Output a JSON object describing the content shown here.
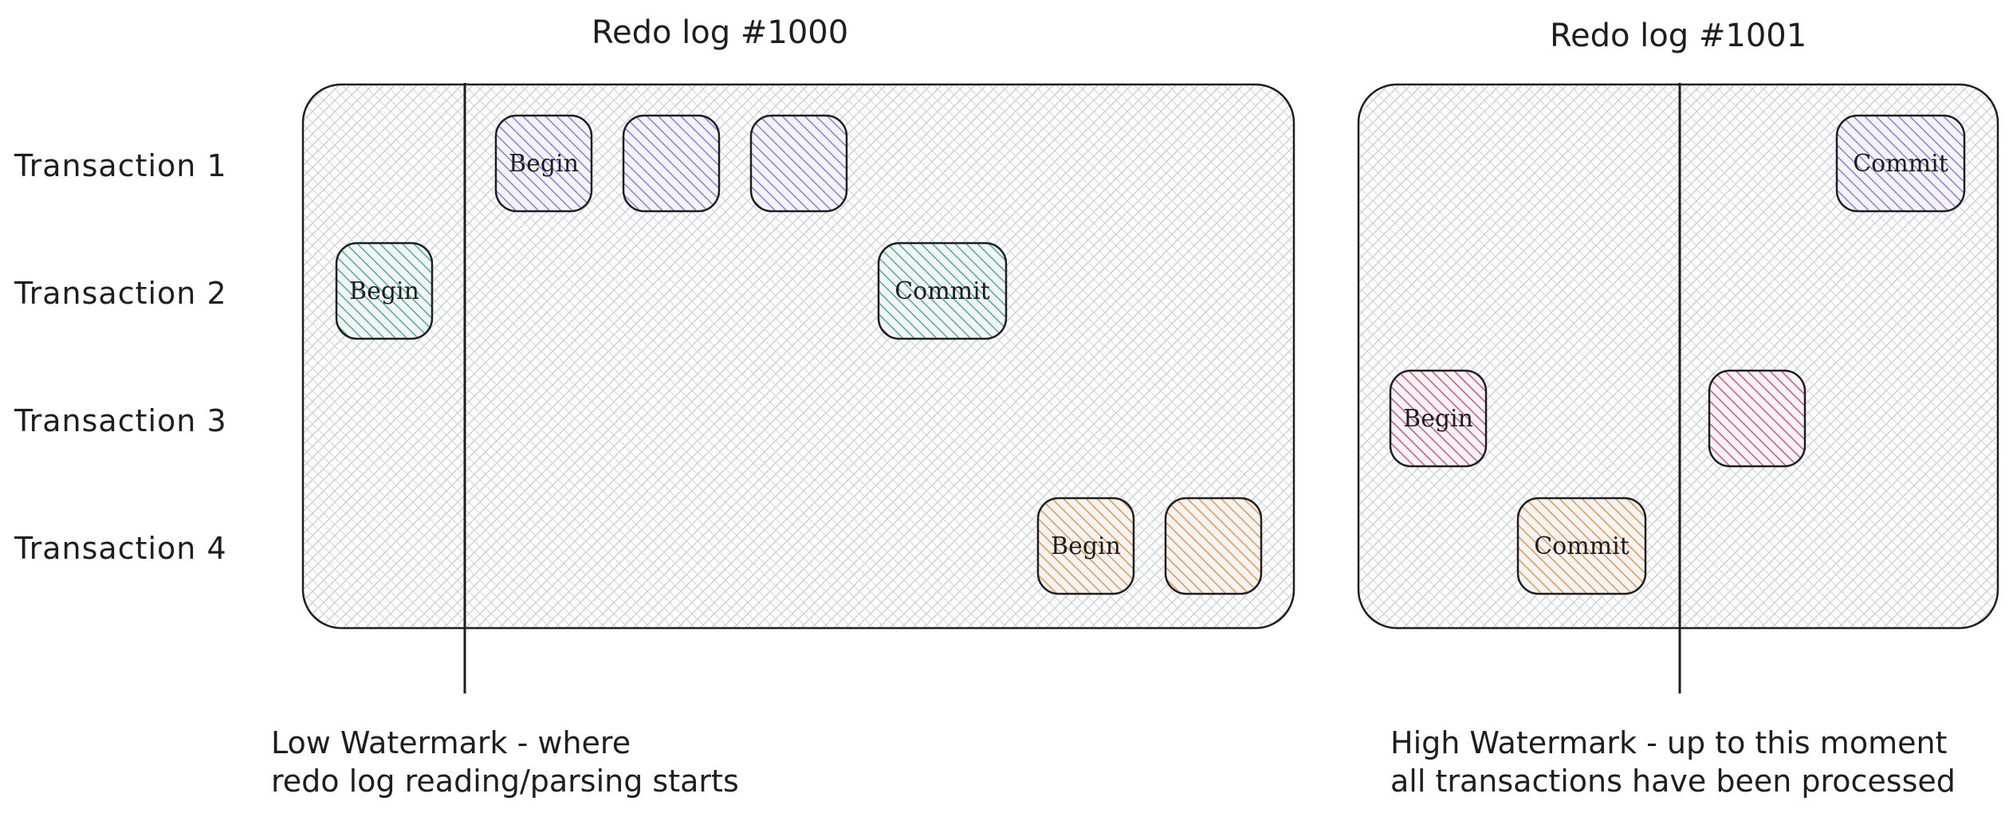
{
  "logs": [
    {
      "title": "Redo log #1000"
    },
    {
      "title": "Redo log #1001"
    }
  ],
  "rows": [
    {
      "label": "Transaction 1"
    },
    {
      "label": "Transaction 2"
    },
    {
      "label": "Transaction 3"
    },
    {
      "label": "Transaction 4"
    }
  ],
  "colors": {
    "panel_fill": "#dfe2e7",
    "t1": "#8a7cf0",
    "t2": "#3fb68d",
    "t3": "#e0507a",
    "t4": "#f0963c",
    "stroke": "#1e1e1e"
  },
  "records": [
    {
      "log": 0,
      "row": 0,
      "text": "Begin",
      "color": "t1"
    },
    {
      "log": 0,
      "row": 0,
      "text": "",
      "color": "t1"
    },
    {
      "log": 0,
      "row": 0,
      "text": "",
      "color": "t1"
    },
    {
      "log": 0,
      "row": 1,
      "text": "Begin",
      "color": "t2"
    },
    {
      "log": 0,
      "row": 1,
      "text": "Commit",
      "color": "t2"
    },
    {
      "log": 0,
      "row": 3,
      "text": "Begin",
      "color": "t4"
    },
    {
      "log": 0,
      "row": 3,
      "text": "",
      "color": "t4"
    },
    {
      "log": 1,
      "row": 0,
      "text": "Commit",
      "color": "t1"
    },
    {
      "log": 1,
      "row": 2,
      "text": "Begin",
      "color": "t3"
    },
    {
      "log": 1,
      "row": 2,
      "text": "",
      "color": "t3"
    },
    {
      "log": 1,
      "row": 3,
      "text": "Commit",
      "color": "t4"
    }
  ],
  "watermarks": {
    "low": "Low Watermark - where\nredo log reading/parsing starts",
    "high": "High Watermark - up to this moment\nall transactions have been processed"
  }
}
